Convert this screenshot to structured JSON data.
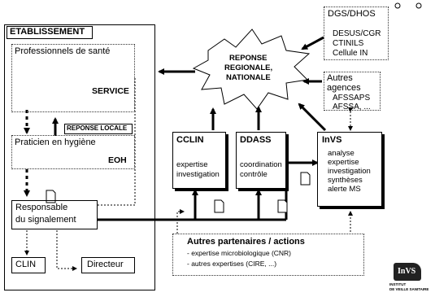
{
  "etablissement": {
    "title": "ETABLISSEMENT",
    "pro_sante": "Professionnels de santé",
    "service": "SERVICE",
    "reponse_locale": "REPONSE LOCALE",
    "praticien": "Praticien en hygiène",
    "eoh": "EOH",
    "responsable_line1": "Responsable",
    "responsable_line2": "du signalement",
    "clin": "CLIN",
    "directeur": "Directeur"
  },
  "reponse": {
    "line1": "REPONSE",
    "line2": "REGIONALE,",
    "line3": "NATIONALE"
  },
  "dgs": {
    "title": "DGS/DHOS",
    "items": [
      "DESUS/CGR",
      "CTINILS",
      "Cellule IN"
    ]
  },
  "agences": {
    "title_line1": "Autres",
    "title_line2": "agences",
    "items": [
      "AFSSAPS",
      "AFSSA, ..."
    ]
  },
  "cclin": {
    "title": "CCLIN",
    "items": [
      "expertise",
      "investigation"
    ]
  },
  "ddass": {
    "title": "DDASS",
    "items": [
      "coordination",
      "contrôle"
    ]
  },
  "invs": {
    "title": "InVS",
    "items": [
      "analyse",
      "expertise",
      "investigation",
      "synthèses",
      "alerte MS"
    ]
  },
  "partenaires": {
    "title": "Autres partenaires / actions",
    "items": [
      "- expertise microbiologique (CNR)",
      "- autres expertises (CIRE, ...)"
    ]
  },
  "logo": {
    "text": "InVS",
    "sub1": "INSTITUT",
    "sub2": "DE VEILLE SANITAIRE"
  }
}
